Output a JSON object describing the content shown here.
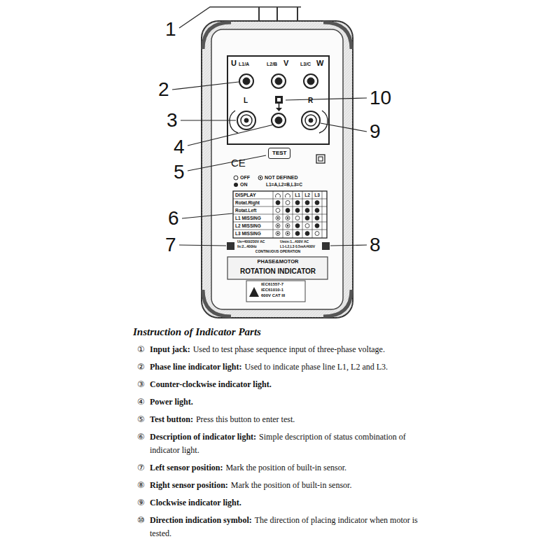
{
  "diagram": {
    "title": "Instruction of Indicator Parts",
    "nodes": [
      {
        "text": [
          "TEST"
        ]
      }
    ],
    "labels": [
      "1",
      "2",
      "3",
      "4",
      "5",
      "6",
      "7",
      "8",
      "9",
      "10",
      "U",
      "L1/A",
      "L2/B",
      "V",
      "L3/C",
      "W",
      "L",
      "R",
      "CE",
      "OFF",
      "NOT DEFINED",
      "ON",
      "L1=A,L2=B,L3=C",
      "DISPLAY",
      "Rotat.Right",
      "Rotat.Left",
      "L1 MISSING",
      "L2 MISSING",
      "L3 MISSING",
      "L1",
      "L2",
      "L3",
      "Un=400/230V AC",
      "fn:2...400Hz",
      "Umin:1...400V AC",
      "L1-L2,L3 0.5mA/400V",
      "CONTINUOUS OPERATION",
      "PHASE&MOTOR",
      "ROTATION INDICATOR",
      "IEC61557-7",
      "IEC61010-1",
      "600V CAT III",
      "①",
      "Input jack:",
      "Used to test phase sequence input of three-phase voltage.",
      "②",
      "Phase line indicator light:",
      "Used to indicate phase line L1, L2 and L3.",
      "③",
      "Counter-clockwise indicator light.",
      "④",
      "Power light.",
      "⑤",
      "Test button:",
      "Press this button to enter test.",
      "⑥",
      "Description of indicator light:",
      "Simple description of status combination of indicator light.",
      "⑦",
      "Left sensor position:",
      "Mark the position of built-in sensor.",
      "⑧",
      "Right sensor position:",
      "Mark the position of built-in sensor.",
      "⑨",
      "Clockwise indicator light.",
      "⑩",
      "Direction indication symbol:",
      "The direction of placing indicator when motor is tested."
    ]
  }
}
